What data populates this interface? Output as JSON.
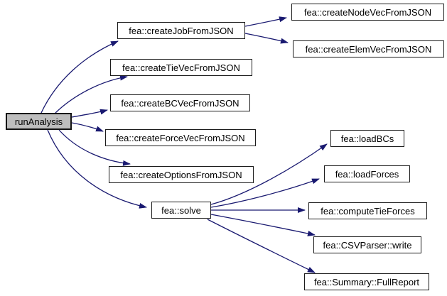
{
  "diagram": {
    "type": "call-graph",
    "background_color": "#ffffff",
    "edge_color": "#191970",
    "node_border_color": "#1c1c1c",
    "node_fill_color": "#ffffff",
    "highlighted_node_fill_color": "#bebebe",
    "nodes": [
      {
        "id": "runAnalysis",
        "label": "runAnalysis",
        "highlighted": true
      },
      {
        "id": "createJobFromJSON",
        "label": "fea::createJobFromJSON",
        "highlighted": false
      },
      {
        "id": "createNodeVecFromJSON",
        "label": "fea::createNodeVecFromJSON",
        "highlighted": false
      },
      {
        "id": "createElemVecFromJSON",
        "label": "fea::createElemVecFromJSON",
        "highlighted": false
      },
      {
        "id": "createTieVecFromJSON",
        "label": "fea::createTieVecFromJSON",
        "highlighted": false
      },
      {
        "id": "createBCVecFromJSON",
        "label": "fea::createBCVecFromJSON",
        "highlighted": false
      },
      {
        "id": "createForceVecFromJSON",
        "label": "fea::createForceVecFromJSON",
        "highlighted": false
      },
      {
        "id": "createOptionsFromJSON",
        "label": "fea::createOptionsFromJSON",
        "highlighted": false
      },
      {
        "id": "solve",
        "label": "fea::solve",
        "highlighted": false
      },
      {
        "id": "loadBCs",
        "label": "fea::loadBCs",
        "highlighted": false
      },
      {
        "id": "loadForces",
        "label": "fea::loadForces",
        "highlighted": false
      },
      {
        "id": "computeTieForces",
        "label": "fea::computeTieForces",
        "highlighted": false
      },
      {
        "id": "CSVParser_write",
        "label": "fea::CSVParser::write",
        "highlighted": false
      },
      {
        "id": "Summary_FullReport",
        "label": "fea::Summary::FullReport",
        "highlighted": false
      }
    ],
    "edges": [
      {
        "from": "runAnalysis",
        "to": "createJobFromJSON"
      },
      {
        "from": "runAnalysis",
        "to": "createTieVecFromJSON"
      },
      {
        "from": "runAnalysis",
        "to": "createBCVecFromJSON"
      },
      {
        "from": "runAnalysis",
        "to": "createForceVecFromJSON"
      },
      {
        "from": "runAnalysis",
        "to": "createOptionsFromJSON"
      },
      {
        "from": "runAnalysis",
        "to": "solve"
      },
      {
        "from": "createJobFromJSON",
        "to": "createNodeVecFromJSON"
      },
      {
        "from": "createJobFromJSON",
        "to": "createElemVecFromJSON"
      },
      {
        "from": "solve",
        "to": "loadBCs"
      },
      {
        "from": "solve",
        "to": "loadForces"
      },
      {
        "from": "solve",
        "to": "computeTieForces"
      },
      {
        "from": "solve",
        "to": "CSVParser_write"
      },
      {
        "from": "solve",
        "to": "Summary_FullReport"
      }
    ]
  }
}
